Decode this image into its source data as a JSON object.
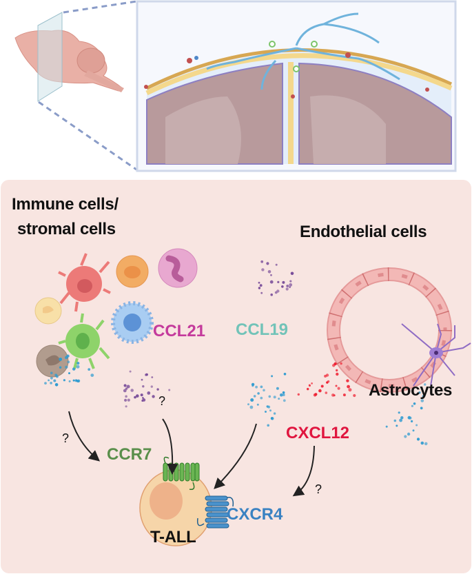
{
  "labels": {
    "immune_line1": "Immune cells/",
    "immune_line2": "stromal cells",
    "endothelial": "Endothelial cells",
    "astrocytes": "Astrocytes",
    "ccl21": "CCL21",
    "ccl19": "CCL19",
    "cxcl12": "CXCL12",
    "ccr7": "CCR7",
    "cxcr4": "CXCR4",
    "tall": "T-ALL",
    "question": "?"
  },
  "colors": {
    "panel": "#f8e5e1",
    "ccl21": "#c43a9c",
    "ccl19": "#72c3b8",
    "cxcl12": "#e0163f",
    "ccr7": "#5a8f4b",
    "cxcr4": "#3a82c2",
    "blue_dots": "#2f9bd0",
    "purple_dots": "#7a4e9a",
    "red_dots": "#ee1c2e"
  }
}
